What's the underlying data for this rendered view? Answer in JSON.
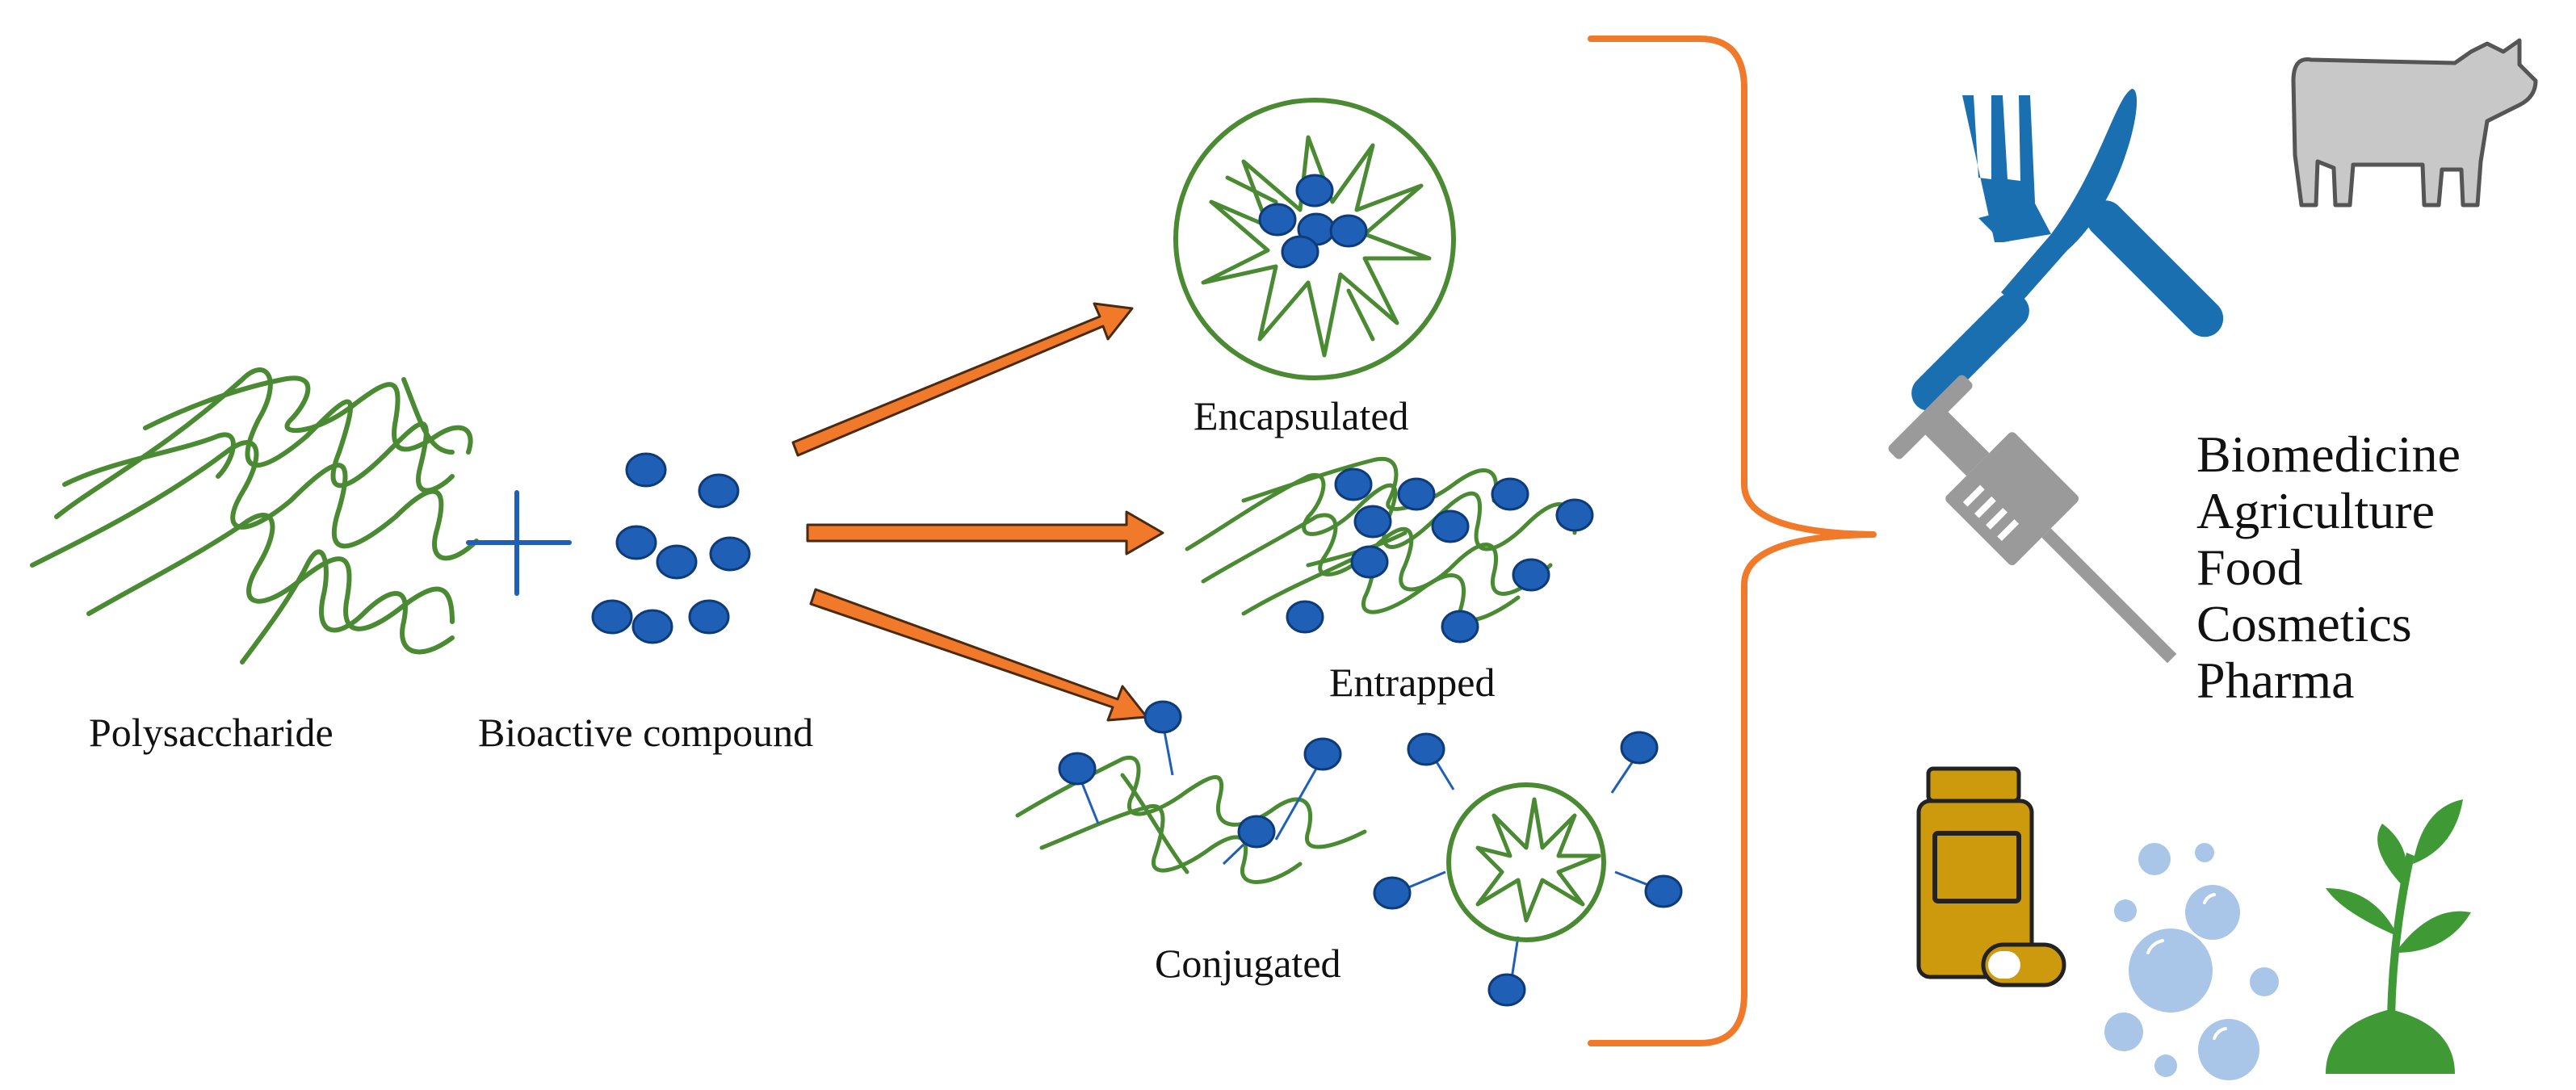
{
  "labels": {
    "polysaccharide": "Polysaccharide",
    "bioactive": "Bioactive compound",
    "encapsulated": "Encapsulated",
    "entrapped": "Entrapped",
    "conjugated": "Conjugated"
  },
  "applications": [
    "Biomedicine",
    "Agriculture",
    "Food",
    "Cosmetics",
    "Pharma"
  ],
  "icons": [
    "fork-knife-icon",
    "cow-icon",
    "syringe-icon",
    "pill-bottle-icon",
    "bubbles-icon",
    "plant-icon"
  ],
  "colors": {
    "polymer": "#4a8a32",
    "compound": "#1f5fb5",
    "arrow": "#f07a2a",
    "brace": "#f07a2a",
    "cutlery": "#1a6fb0",
    "cow": "#c8c8c8",
    "syringe": "#9a9a9a",
    "bottle": "#cc9a0c",
    "bubbles": "#a9c6e8",
    "plant": "#3f9a36"
  }
}
